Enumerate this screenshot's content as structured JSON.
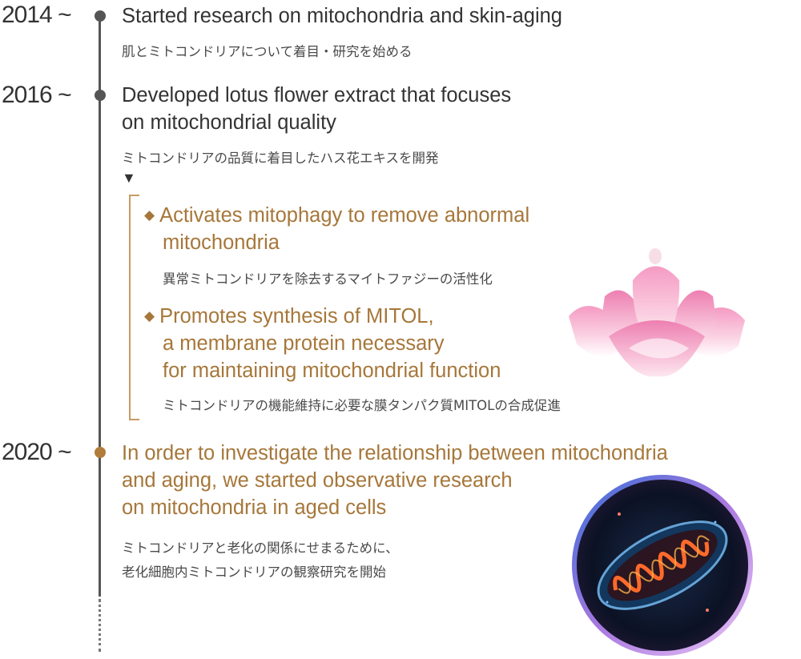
{
  "timeline": [
    {
      "year": "2014 ~",
      "title": "Started research on mitochondria and skin-aging",
      "subtitle_jp": "肌とミトコンドリアについて着目・研究を始める"
    },
    {
      "year": "2016 ~",
      "title_line1": "Developed lotus flower extract that focuses",
      "title_line2": "on mitochondrial quality",
      "subtitle_jp": "ミトコンドリアの品質に着目したハス花エキスを開発",
      "arrow": "▼",
      "points": [
        {
          "marker": "◆",
          "line1": "Activates mitophagy to remove abnormal",
          "line2": "mitochondria",
          "jp": "異常ミトコンドリアを除去するマイトファジーの活性化"
        },
        {
          "marker": "◆",
          "line1": "Promotes synthesis of MITOL,",
          "line2": "a membrane protein necessary",
          "line3": "for maintaining mitochondrial function",
          "jp": "ミトコンドリアの機能維持に必要な膜タンパク質MITOLの合成促進"
        }
      ]
    },
    {
      "year": "2020 ~",
      "title_line1": "In order to investigate the relationship between mitochondria",
      "title_line2": "and aging, we started observative research",
      "title_line3": "on mitochondria in aged cells",
      "jp_line1": "ミトコンドリアと老化の関係にせまるために、",
      "jp_line2": "老化細胞内ミトコンドリアの観察研究を開始"
    }
  ],
  "colors": {
    "gold": "#a6773a",
    "dark": "#333333",
    "line": "#555555"
  },
  "images": {
    "lotus": "lotus-flower-illustration",
    "mitochondrion": "mitochondrion-illustration"
  }
}
